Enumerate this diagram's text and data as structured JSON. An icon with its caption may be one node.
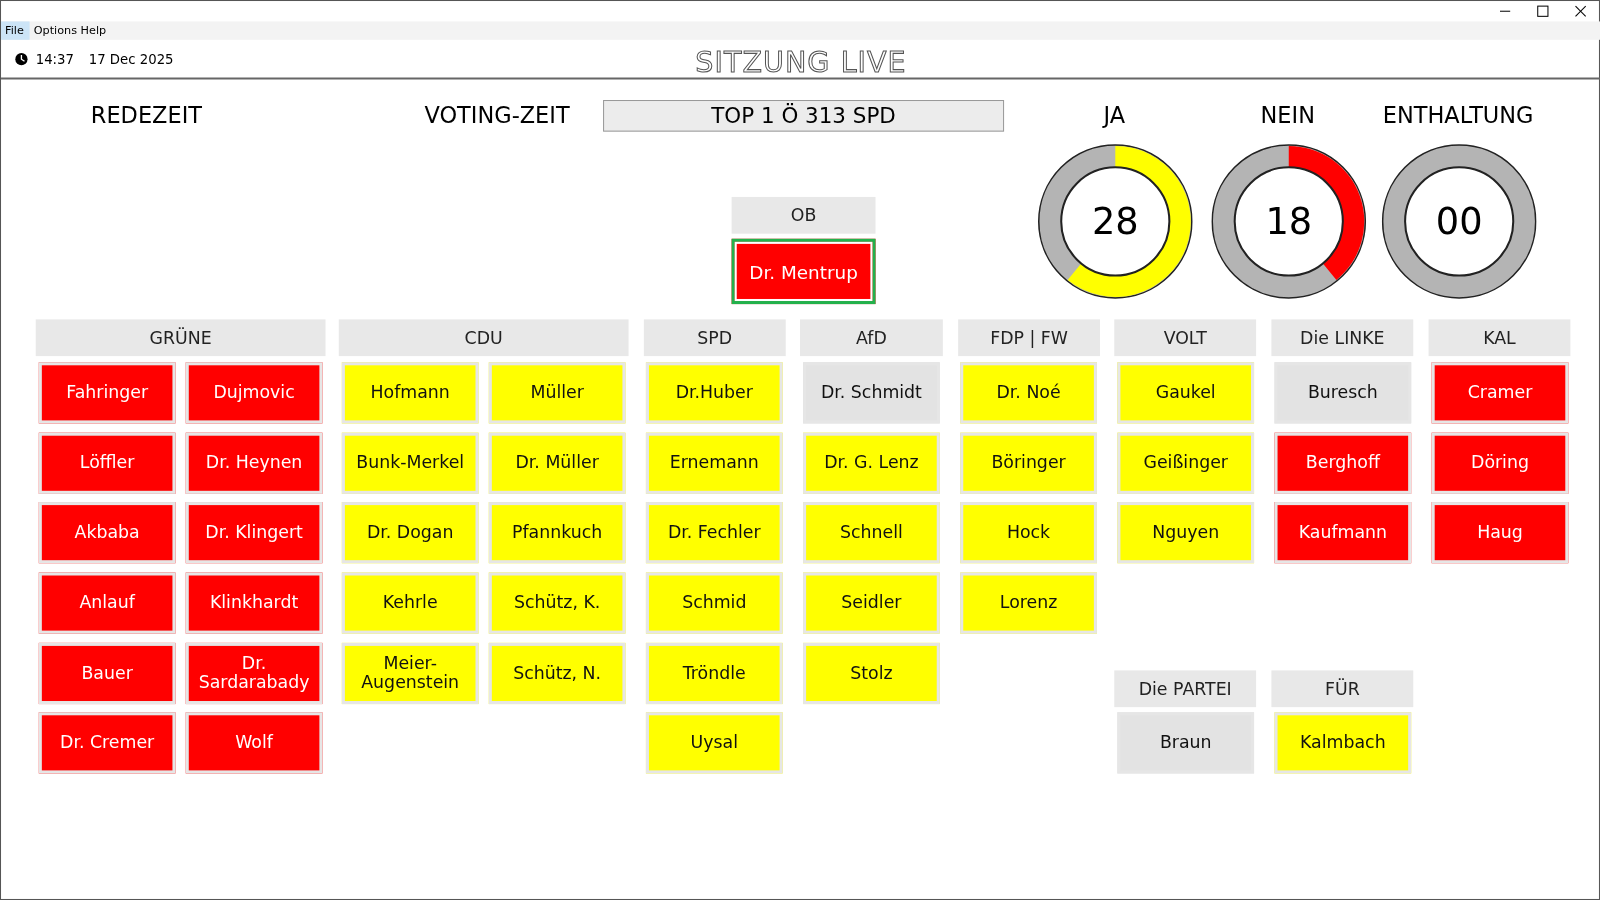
{
  "diagram": {
    "title": "SITZUNG LIVE",
    "nodes": [
      {
        "text": [
          "TOP 1 Ö 313 SPD"
        ]
      },
      {
        "text": [
          "JA",
          "28"
        ]
      },
      {
        "text": [
          "NEIN",
          "18"
        ]
      },
      {
        "text": [
          "ENTHALTUNG",
          "00"
        ]
      },
      {
        "text": [
          "OB"
        ]
      },
      {
        "text": [
          "Dr. Mentrup"
        ]
      },
      {
        "text": [
          "GRÜNE"
        ]
      },
      {
        "text": [
          "Fahringer"
        ]
      },
      {
        "text": [
          "Dujmovic"
        ]
      },
      {
        "text": [
          "Löffler"
        ]
      },
      {
        "text": [
          "Dr. Heynen"
        ]
      },
      {
        "text": [
          "Akbaba"
        ]
      },
      {
        "text": [
          "Dr. Klingert"
        ]
      },
      {
        "text": [
          "Anlauf"
        ]
      },
      {
        "text": [
          "Klinkhardt"
        ]
      },
      {
        "text": [
          "Bauer"
        ]
      },
      {
        "text": [
          "Dr. Sardarabady"
        ]
      },
      {
        "text": [
          "Dr. Cremer"
        ]
      },
      {
        "text": [
          "Wolf"
        ]
      },
      {
        "text": [
          "CDU"
        ]
      },
      {
        "text": [
          "Hofmann"
        ]
      },
      {
        "text": [
          "Müller"
        ]
      },
      {
        "text": [
          "Bunk-Merkel"
        ]
      },
      {
        "text": [
          "Dr. Müller"
        ]
      },
      {
        "text": [
          "Dr. Dogan"
        ]
      },
      {
        "text": [
          "Pfannkuch"
        ]
      },
      {
        "text": [
          "Kehrle"
        ]
      },
      {
        "text": [
          "Schütz, K."
        ]
      },
      {
        "text": [
          "Meier-Augenstein"
        ]
      },
      {
        "text": [
          "Schütz, N."
        ]
      },
      {
        "text": [
          "SPD"
        ]
      },
      {
        "text": [
          "Dr.Huber"
        ]
      },
      {
        "text": [
          "Ernemann"
        ]
      },
      {
        "text": [
          "Dr. Fechler"
        ]
      },
      {
        "text": [
          "Schmid"
        ]
      },
      {
        "text": [
          "Tröndle"
        ]
      },
      {
        "text": [
          "Uysal"
        ]
      },
      {
        "text": [
          "AfD"
        ]
      },
      {
        "text": [
          "Dr. Schmidt"
        ]
      },
      {
        "text": [
          "Dr. G. Lenz"
        ]
      },
      {
        "text": [
          "Schnell"
        ]
      },
      {
        "text": [
          "Seidler"
        ]
      },
      {
        "text": [
          "Stolz"
        ]
      },
      {
        "text": [
          "FDP | FW"
        ]
      },
      {
        "text": [
          "Dr. Noé"
        ]
      },
      {
        "text": [
          "Böringer"
        ]
      },
      {
        "text": [
          "Hock"
        ]
      },
      {
        "text": [
          "Lorenz"
        ]
      },
      {
        "text": [
          "VOLT"
        ]
      },
      {
        "text": [
          "Gaukel"
        ]
      },
      {
        "text": [
          "Geißinger"
        ]
      },
      {
        "text": [
          "Nguyen"
        ]
      },
      {
        "text": [
          "Die LINKE"
        ]
      },
      {
        "text": [
          "Buresch"
        ]
      },
      {
        "text": [
          "Berghoff"
        ]
      },
      {
        "text": [
          "Kaufmann"
        ]
      },
      {
        "text": [
          "KAL"
        ]
      },
      {
        "text": [
          "Cramer"
        ]
      },
      {
        "text": [
          "Döring"
        ]
      },
      {
        "text": [
          "Haug"
        ]
      },
      {
        "text": [
          "Die PARTEI"
        ]
      },
      {
        "text": [
          "Braun"
        ]
      },
      {
        "text": [
          "FÜR"
        ]
      },
      {
        "text": [
          "Kalmbach"
        ]
      }
    ],
    "labels": [
      "File",
      "Options",
      "Help",
      "14:37",
      "17 Dec 2025",
      "REDEZEIT",
      "VOTING-ZEIT"
    ]
  }
}
